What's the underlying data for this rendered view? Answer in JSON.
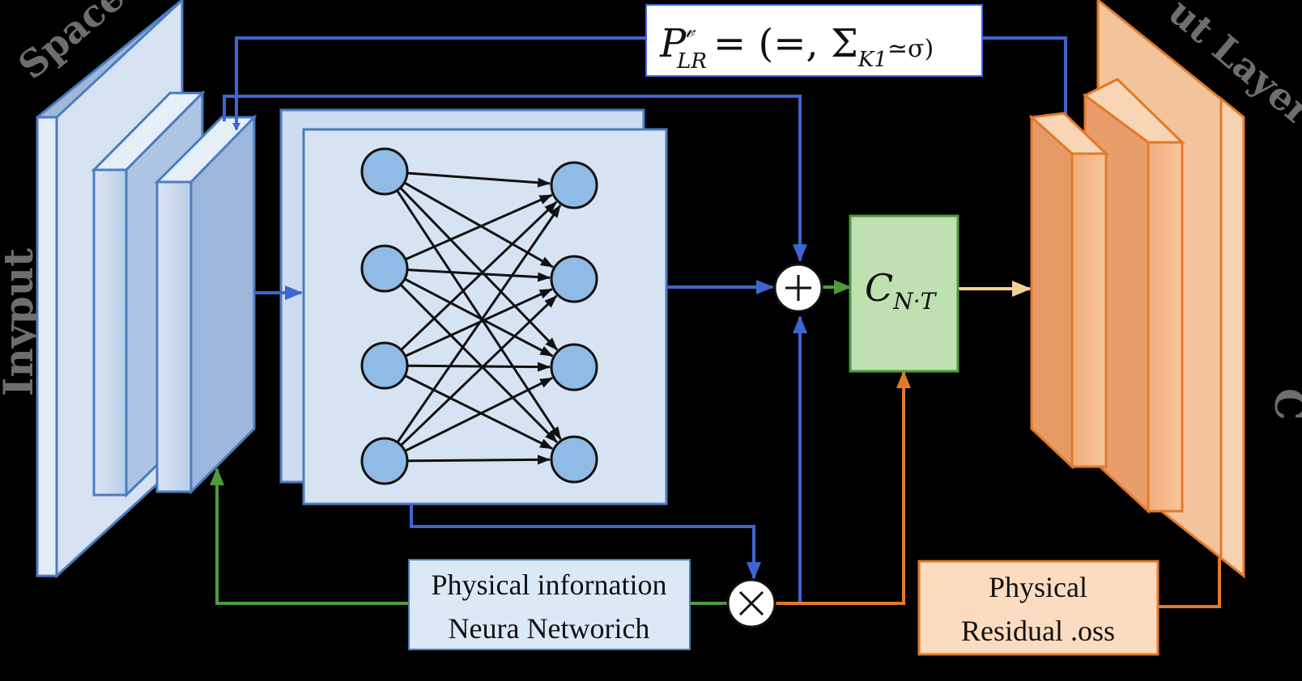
{
  "labels": {
    "top_left_rotated": "Space I",
    "left_vertical": "Inyput",
    "top_right_rotated": "ut Layer",
    "right_vertical": "C"
  },
  "equation": {
    "P": "P",
    "sup": "𝓋",
    "sub": "LR",
    "body": "= (=, Σ",
    "body_sub": "K1",
    "tail": "≃σ)"
  },
  "nl_box": {
    "C": "C",
    "sub": "N·T"
  },
  "operators": {
    "add": "+",
    "multiply": "×"
  },
  "pinn_box": {
    "line1": "Physical infornation",
    "line2": "Neura Networich"
  },
  "residual_box": {
    "line1": "Physical",
    "line2": "Residual .oss"
  },
  "network": {
    "input_nodes": 4,
    "output_nodes": 4
  },
  "colors": {
    "background": "#000000",
    "blue_flow": "#3e66d0",
    "green_flow": "#4f9a3c",
    "orange_flow": "#e07a2a",
    "peach_flow": "#f5cf9a",
    "input_block": "#c7d8ee",
    "output_block": "#f5b98a",
    "nl_box": "#bfe0b0",
    "node": "#8fbbe6"
  }
}
